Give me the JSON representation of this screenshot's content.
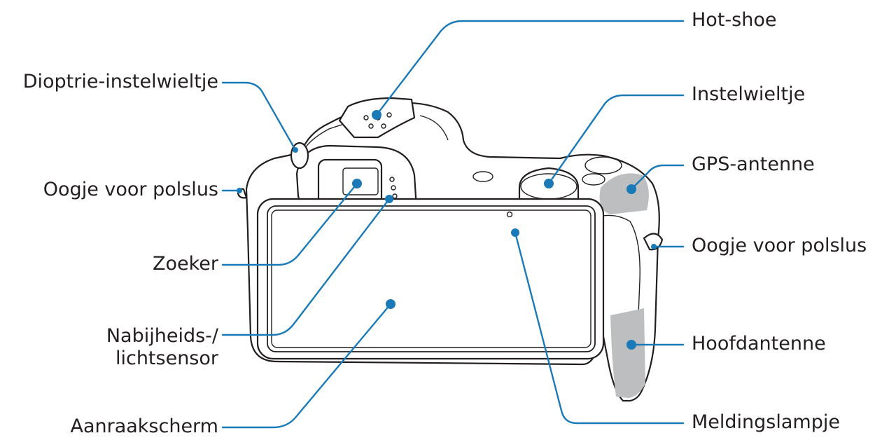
{
  "labels": {
    "dioptre": "Dioptrie-instelwieltje",
    "strap_eyelet_left": "Oogje voor polslus",
    "viewfinder": "Zoeker",
    "proximity_line1": "Nabijheids-/",
    "proximity_line2": "lichtsensor",
    "touchscreen": "Aanraakscherm",
    "hot_shoe": "Hot-shoe",
    "control_dial": "Instelwieltje",
    "gps_antenna": "GPS-antenne",
    "strap_eyelet_right": "Oogje voor polslus",
    "main_antenna": "Hoofdantenne",
    "notification_led": "Meldingslampje"
  },
  "colors": {
    "callout": "#1a7ab8",
    "outline": "#231f20",
    "antenna": "#bcbec0",
    "text": "#231f20"
  }
}
